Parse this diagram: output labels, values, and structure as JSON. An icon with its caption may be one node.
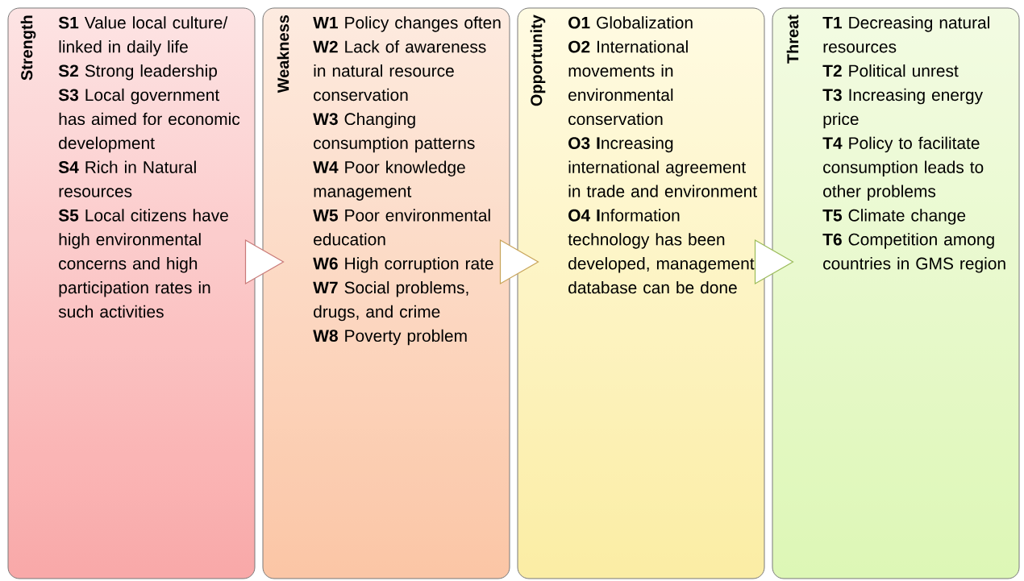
{
  "diagram": {
    "nodes": [
      {
        "text": [
          "Strength",
          "**S1** Value local culture/ linked in daily life",
          "**S2** Strong leadership",
          "**S3** Local government has aimed for economic development",
          "**S4** Rich in Natural resources",
          "**S5** Local citizens have high environmental concerns and high participation rates in such activities"
        ]
      },
      {
        "text": [
          "Weakness",
          "**W1** Policy changes often",
          "**W2** Lack of awareness in natural resource conservation",
          "**W3** Changing consumption patterns",
          "**W4** Poor knowledge management",
          "**W5** Poor environmental education",
          "**W6** High corruption rate",
          "**W7** Social problems, drugs, and crime",
          "**W8** Poverty problem"
        ]
      },
      {
        "text": [
          "Opportunity",
          "**O1** Globalization",
          "**O2** International movements in environmental conservation",
          "**O3 I**ncreasing international agreement in trade and environment",
          "**O4 I**nformation technology has been developed, management database can be done"
        ]
      },
      {
        "text": [
          "Threat",
          "**T1** Decreasing natural resources",
          "**T2** Political unrest",
          "**T3** Increasing energy price",
          "**T4** Policy to facilitate consumption leads to other problems",
          "**T5** Climate change",
          "**T6** Competition among countries in GMS region"
        ]
      }
    ],
    "edges": [
      {
        "from": 0,
        "to": 1,
        "arrow": "to",
        "color": "#c97a78"
      },
      {
        "from": 1,
        "to": 2,
        "arrow": "to",
        "color": "#c8a45a"
      },
      {
        "from": 2,
        "to": 3,
        "arrow": "to",
        "color": "#9bbb59"
      }
    ]
  }
}
